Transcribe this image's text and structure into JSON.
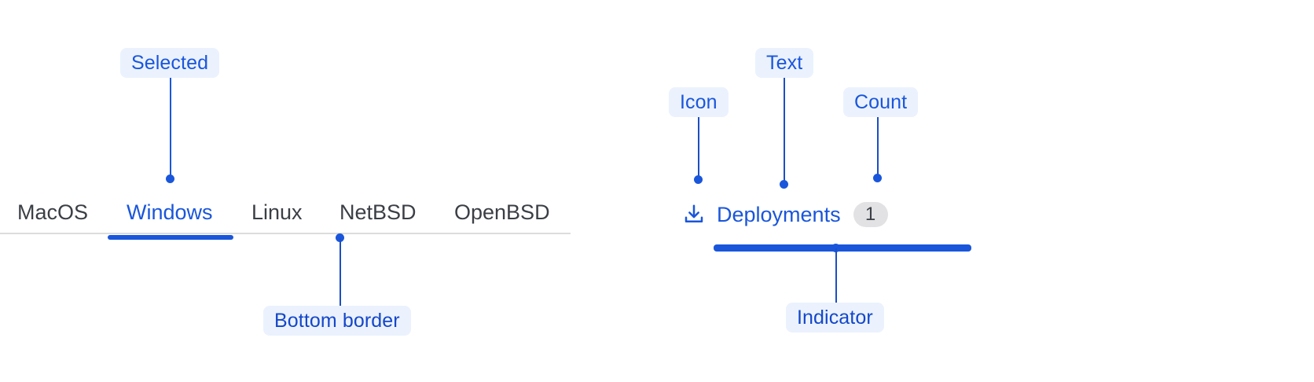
{
  "tabbar": {
    "tabs": [
      {
        "label": "MacOS",
        "selected": false
      },
      {
        "label": "Windows",
        "selected": true
      },
      {
        "label": "Linux",
        "selected": false
      },
      {
        "label": "NetBSD",
        "selected": false
      },
      {
        "label": "OpenBSD",
        "selected": false
      }
    ]
  },
  "deployments_tab": {
    "icon": "download-icon",
    "label": "Deployments",
    "count": "1",
    "selected": true
  },
  "annotations": {
    "selected": "Selected",
    "bottom_border": "Bottom border",
    "icon": "Icon",
    "text": "Text",
    "count": "Count",
    "indicator": "Indicator"
  },
  "colors": {
    "accent": "#1a56db",
    "badge_bg": "#ebf2fe",
    "tab_text": "#3b3f45",
    "border": "#dcdcdc",
    "count_bg": "#e2e2e4",
    "page_bg": "#ffffff"
  }
}
